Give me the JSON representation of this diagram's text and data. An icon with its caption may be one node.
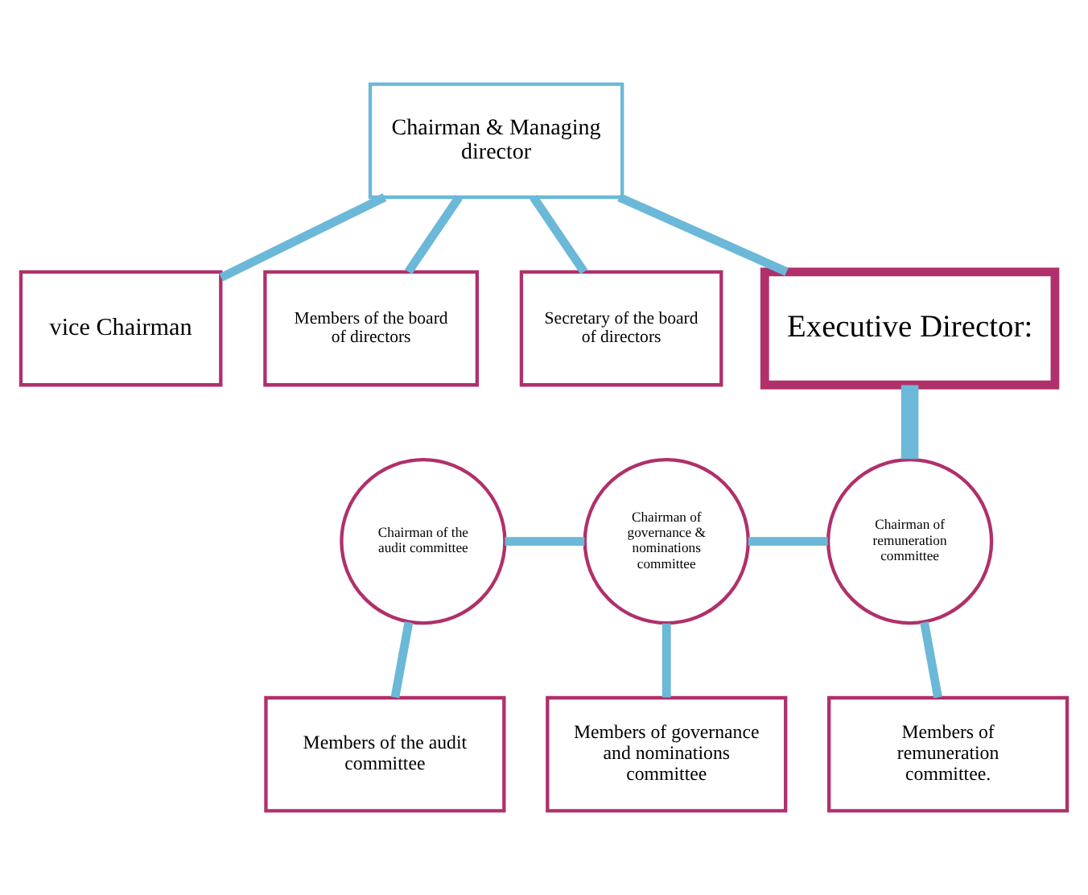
{
  "diagram": {
    "nodes": [
      {
        "text": [
          "Chairman & Managing director"
        ]
      },
      {
        "text": [
          "vice Chairman"
        ]
      },
      {
        "text": [
          "Members of the board of directors"
        ]
      },
      {
        "text": [
          "Secretary of the board of directors"
        ]
      },
      {
        "text": [
          "Executive Director:"
        ]
      },
      {
        "text": [
          "Chairman of the audit committee"
        ]
      },
      {
        "text": [
          "Chairman of governance & nominations committee"
        ]
      },
      {
        "text": [
          "Chairman of remuneration committee"
        ]
      },
      {
        "text": [
          "Members of the audit committee"
        ]
      },
      {
        "text": [
          "Members of governance and nominations committee"
        ]
      },
      {
        "text": [
          "Members of remuneration committee."
        ]
      }
    ],
    "edges": [
      {
        "from": 0,
        "to": 1,
        "arrow": "none"
      },
      {
        "from": 0,
        "to": 2,
        "arrow": "none"
      },
      {
        "from": 0,
        "to": 3,
        "arrow": "none"
      },
      {
        "from": 0,
        "to": 4,
        "arrow": "none"
      },
      {
        "from": 4,
        "to": 7,
        "arrow": "none",
        "style": "thick"
      },
      {
        "from": 5,
        "to": 6,
        "arrow": "none"
      },
      {
        "from": 6,
        "to": 7,
        "arrow": "none"
      },
      {
        "from": 5,
        "to": 8,
        "arrow": "none"
      },
      {
        "from": 6,
        "to": 9,
        "arrow": "none"
      },
      {
        "from": 7,
        "to": 10,
        "arrow": "none"
      }
    ]
  }
}
